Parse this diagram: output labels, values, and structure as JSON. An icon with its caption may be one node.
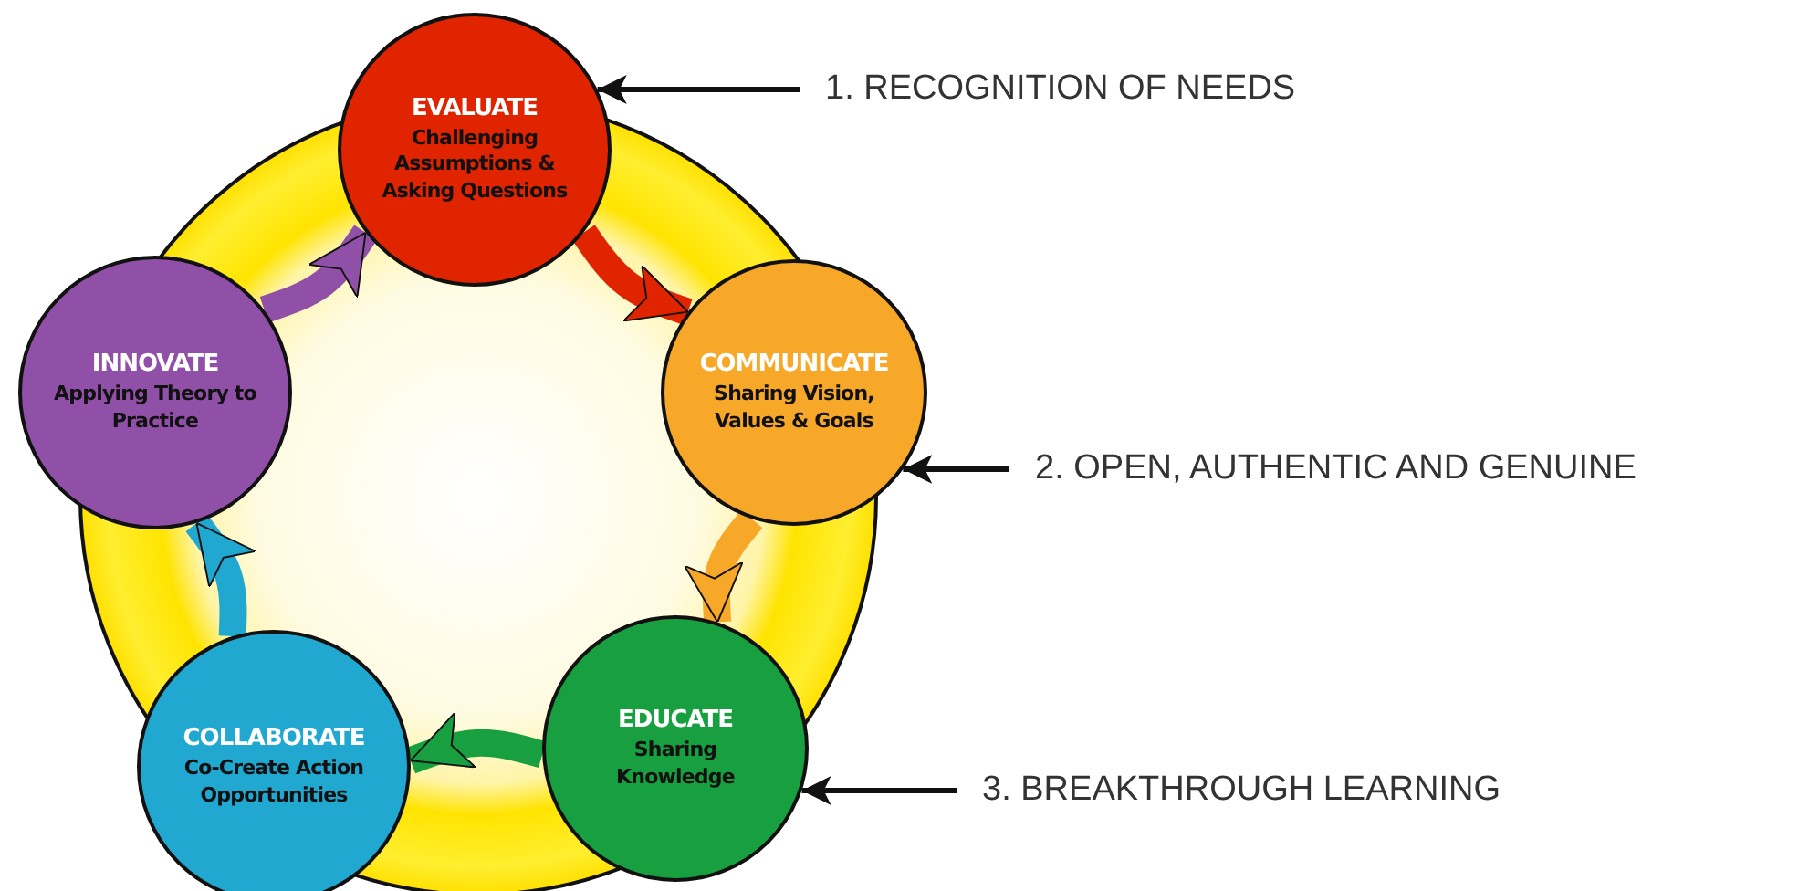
{
  "diagram": {
    "nodes": [
      {
        "text": [
          "EVALUATE",
          "Challenging Assumptions & Asking Questions"
        ]
      },
      {
        "text": [
          "COMMUNICATE",
          "Sharing Vision, Values & Goals"
        ]
      },
      {
        "text": [
          "EDUCATE",
          "Sharing Knowledge"
        ]
      },
      {
        "text": [
          "COLLABORATE",
          "Co-Create Action Opportunities"
        ]
      },
      {
        "text": [
          "INNOVATE",
          "Applying Theory to Practice"
        ]
      },
      {
        "text": [
          "1. RECOGNITION OF NEEDS"
        ]
      },
      {
        "text": [
          "2. OPEN, AUTHENTIC AND GENUINE"
        ]
      },
      {
        "text": [
          "3. BREAKTHROUGH LEARNING"
        ]
      }
    ],
    "edges": [
      {
        "from": 0,
        "to": 1,
        "arrow": "to",
        "color": "#e02400"
      },
      {
        "from": 1,
        "to": 2,
        "arrow": "to",
        "color": "#f8a828"
      },
      {
        "from": 2,
        "to": 3,
        "arrow": "to",
        "color": "#18a040"
      },
      {
        "from": 3,
        "to": 4,
        "arrow": "to",
        "color": "#20a8d0"
      },
      {
        "from": 4,
        "to": 0,
        "arrow": "to",
        "color": "#9050a8"
      },
      {
        "from": 5,
        "to": 0,
        "arrow": "to"
      },
      {
        "from": 6,
        "to": 1,
        "arrow": "to"
      },
      {
        "from": 7,
        "to": 2,
        "arrow": "to"
      }
    ]
  }
}
